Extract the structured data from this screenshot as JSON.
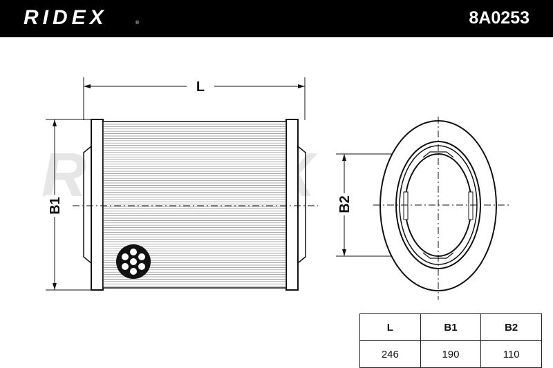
{
  "header": {
    "brand": "RIDEX",
    "brand_mark": "®",
    "part_number": "8A0253"
  },
  "dimensions": {
    "length_label": "L",
    "width1_label": "B1",
    "width2_label": "B2"
  },
  "watermark": "RIDEX",
  "spec_table": {
    "headers": [
      "L",
      "B1",
      "B2"
    ],
    "values": [
      "246",
      "190",
      "110"
    ]
  },
  "colors": {
    "header_bg": "#000000",
    "line": "#111111",
    "watermark": "#e6e6e6"
  }
}
